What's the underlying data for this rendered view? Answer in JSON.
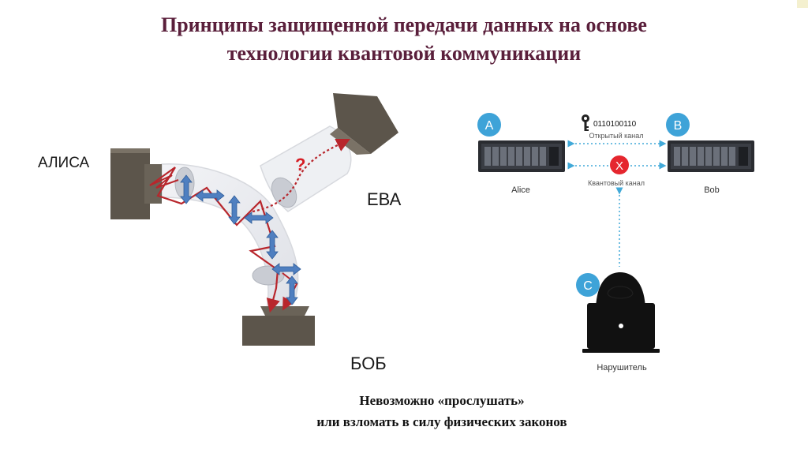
{
  "title": {
    "line1": "Принципы защищенной передачи данных на основе",
    "line2": "технологии квантовой коммуникации"
  },
  "left_diagram": {
    "alice_label": "АЛИСА",
    "eve_label": "ЕВА",
    "bob_label": "БОБ",
    "question_mark": "?"
  },
  "network": {
    "node_a": {
      "badge": "A",
      "label": "Alice"
    },
    "node_b": {
      "badge": "B",
      "label": "Bob"
    },
    "node_c": {
      "badge": "C",
      "label": "Нарушитель"
    },
    "bits": "0110100110",
    "open_channel": "Открытый канал",
    "quantum_channel": "Квантовый канал",
    "blocked_mark": "X",
    "colors": {
      "badge": "#3ea3d8",
      "arrow": "#41a9d8",
      "blocked": "#e5262e",
      "key": "#222222"
    }
  },
  "caption": {
    "line1": "Невозможно «прослушать»",
    "line2": "или взломать в силу физических законов"
  },
  "colors": {
    "title": "#5a1f3b",
    "beam": "#b8262c",
    "polarizer_arrow": "#4f7fc0",
    "device": "#5c554b"
  }
}
